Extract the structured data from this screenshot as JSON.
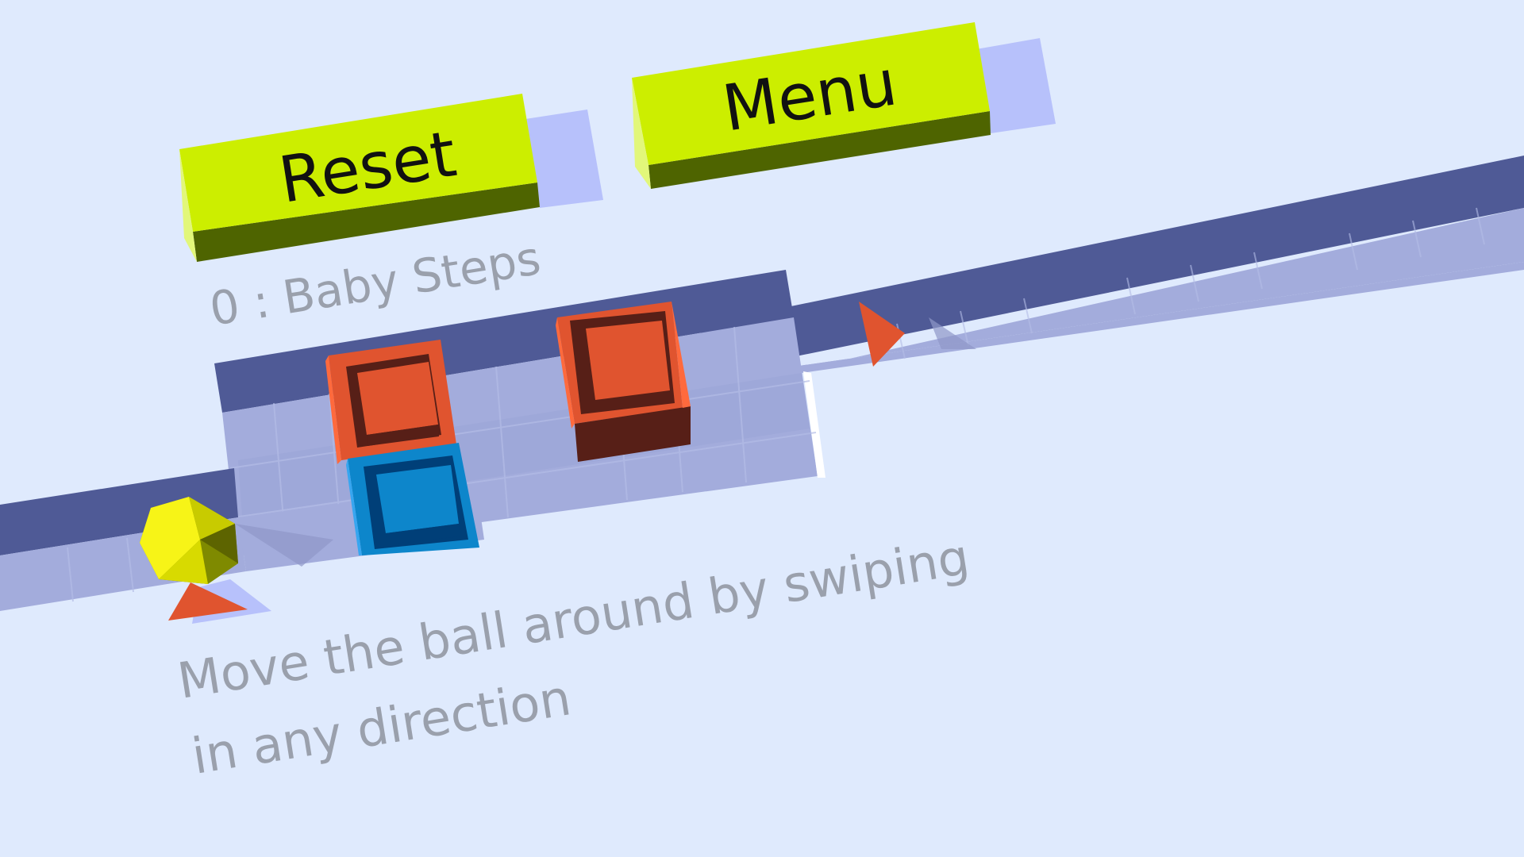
{
  "game": {
    "reset_label": "Reset",
    "menu_label": "Menu",
    "level_title": "0 : Baby Steps",
    "hint_line1": "Move the ball around by swiping",
    "hint_line2": "in any direction"
  },
  "colors": {
    "background": "#dfeafd",
    "button_top": "#ccee00",
    "button_side": "#4e6400",
    "button_shadow": "#b7c1fb",
    "wall": "#4f5a96",
    "floor": "#a3acdc",
    "crate_red": "#e0542f",
    "crate_red_dark": "#571f17",
    "crate_blue": "#0d86cb",
    "crate_blue_dark": "#003f78",
    "ball": "#f7f417",
    "arrow": "#e0542f"
  },
  "icons": {
    "player": "yellow-ball-icon",
    "goal_arrow": "orange-arrow-icon"
  }
}
